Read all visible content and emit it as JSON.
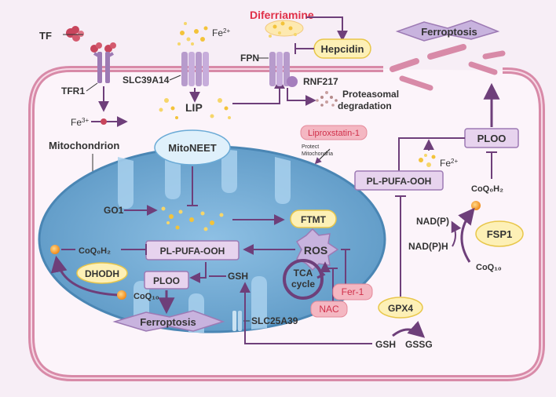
{
  "labels": {
    "tf": "TF",
    "tfr1": "TFR1",
    "fe3": "Fe",
    "fe3_sup": "3+",
    "slc39a14": "SLC39A14",
    "fe2_top": "Fe",
    "fe2_top_sup": "2+",
    "lip": "LIP",
    "diferriamine": "Diferriamine",
    "hepcidin": "Hepcidin",
    "fpn": "FPN",
    "rnf217": "RNF217",
    "proteasomal_1": "Proteasomal",
    "proteasomal_2": "degradation",
    "ferroptosis_top": "Ferroptosis",
    "mitochondrion": "Mitochondrion",
    "mitoneet": "MitoNEET",
    "liproxstatin": "Liproxstatin-1",
    "protect_1": "Protect",
    "protect_2": "Mitochondria",
    "go1": "GO1",
    "ftmt": "FTMT",
    "coq_h2_left": "CoQ₀H₂",
    "pl_pufa_ooh_left": "PL-PUFA-OOH",
    "ros": "ROS",
    "dhodh": "DHODH",
    "ploo_left": "PLOO",
    "gsh_mito": "GSH",
    "tca_1": "TCA",
    "tca_2": "cycle",
    "coq10_left": "CoQ₁₀",
    "fer1": "Fer-1",
    "nac": "NAC",
    "ferroptosis_bottom": "Ferroptosis",
    "slc25a39": "SLC25A39",
    "gpx4": "GPX4",
    "gsh_bottom": "GSH",
    "gssg": "GSSG",
    "ploo_right": "PLOO",
    "fe2_right": "Fe",
    "fe2_right_sup": "2+",
    "pl_pufa_ooh_right": "PL-PUFA-OOH",
    "coq_h2_right": "CoQ₀H₂",
    "nadp": "NAD(P)",
    "nadph": "NAD(P)H",
    "fsp1": "FSP1",
    "coq10_right": "CoQ₁₀"
  },
  "colors": {
    "arrow": "#6e3f7a",
    "membrane": "#d88aa8",
    "mito": "#5b97c4",
    "box_fill": "#e7d3ee",
    "yellow_fill": "#fdf0b6",
    "pink_fill": "#f4b7c2",
    "red_text": "#e03048",
    "iron": "#f3c33a"
  }
}
